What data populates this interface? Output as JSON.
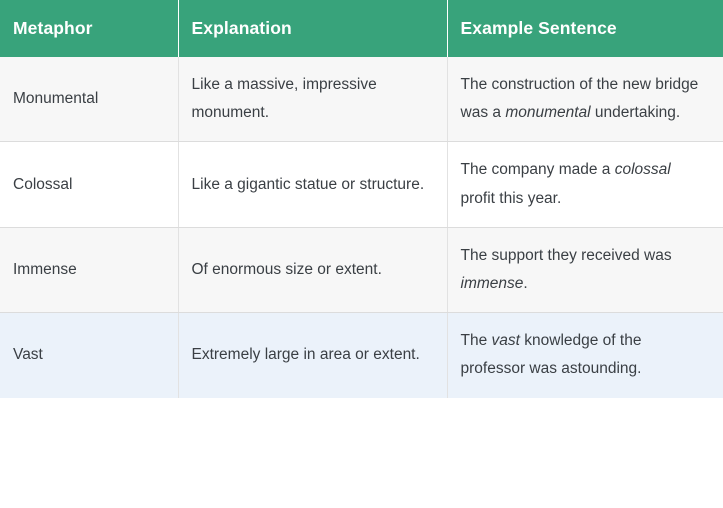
{
  "table": {
    "accent_color": "#38a37b",
    "header_text_color": "#ffffff",
    "body_text_color": "#3a3f44",
    "row_tint_gray": "#f7f7f7",
    "row_tint_white": "#ffffff",
    "row_tint_blue": "#ebf2fa",
    "border_color": "#dcdcdc",
    "columns": [
      {
        "key": "metaphor",
        "label": "Metaphor"
      },
      {
        "key": "explanation",
        "label": "Explanation"
      },
      {
        "key": "example",
        "label": "Example Sentence"
      }
    ],
    "rows": [
      {
        "metaphor": "Monumental",
        "explanation": "Like a massive, impressive monument.",
        "example_before": "The construction of the new bridge was a ",
        "example_italic": "monumental",
        "example_after": " undertaking.",
        "tint": "gray"
      },
      {
        "metaphor": "Colossal",
        "explanation": "Like a gigantic statue or structure.",
        "example_before": "The company made a ",
        "example_italic": "colossal",
        "example_after": " profit this year.",
        "tint": "white"
      },
      {
        "metaphor": "Immense",
        "explanation": "Of enormous size or extent.",
        "example_before": "The support they received was ",
        "example_italic": "immense",
        "example_after": ".",
        "tint": "gray"
      },
      {
        "metaphor": "Vast",
        "explanation": "Extremely large in area or extent.",
        "example_before": "The ",
        "example_italic": "vast",
        "example_after": " knowledge of the professor was astounding.",
        "tint": "blue"
      }
    ]
  }
}
